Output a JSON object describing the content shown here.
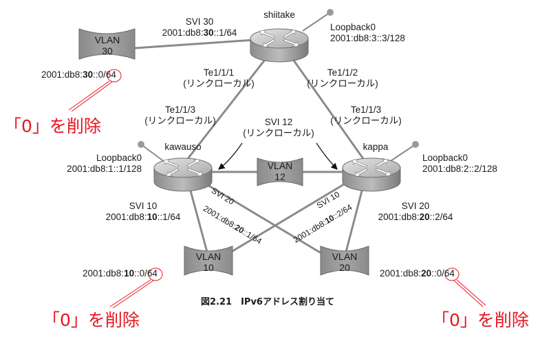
{
  "routers": {
    "shiitake": {
      "name": "shiitake",
      "loopback_label": "Loopback0",
      "loopback_addr": "2001:db8:3::3/128"
    },
    "kawauso": {
      "name": "kawauso",
      "loopback_label": "Loopback0",
      "loopback_addr": "2001:db8:1::1/128"
    },
    "kappa": {
      "name": "kappa",
      "loopback_label": "Loopback0",
      "loopback_addr": "2001:db8:2::2/128"
    }
  },
  "vlans": {
    "vlan30": {
      "line1": "VLAN",
      "line2": "30"
    },
    "vlan12": {
      "line1": "VLAN",
      "line2": "12"
    },
    "vlan10": {
      "line1": "VLAN",
      "line2": "10"
    },
    "vlan20": {
      "line1": "VLAN",
      "line2": "20"
    }
  },
  "svi30": {
    "label": "SVI 30",
    "addr_pre": "2001:db8:",
    "addr_bold": "30",
    "addr_post": "::1/64"
  },
  "svi10": {
    "label": "SVI 10",
    "addr_pre": "2001:db8:",
    "addr_bold": "10",
    "addr_post": "::1/64"
  },
  "svi20": {
    "label": "SVI 20",
    "addr_pre": "2001:db8:",
    "addr_bold": "20",
    "addr_post": "::2/64"
  },
  "svi12": {
    "label": "SVI 12",
    "sub": "(リンクローカル)"
  },
  "diag_svi20": {
    "label": "SVI 20",
    "addr_pre": "2001:db8:",
    "addr_bold": "20",
    "addr_post": "::1/64"
  },
  "diag_svi10": {
    "label": "SVI 10",
    "addr_pre": "2001:db8:",
    "addr_bold": "10",
    "addr_post": "::2/64"
  },
  "interfaces": {
    "shiitake_left": {
      "name": "Te1/1/1",
      "sub": "(リンクローカル)"
    },
    "shiitake_right": {
      "name": "Te1/1/2",
      "sub": "(リンクローカル)"
    },
    "kawauso_top": {
      "name": "Te1/1/3",
      "sub": "(リンクローカル)"
    },
    "kappa_top": {
      "name": "Te1/1/3",
      "sub": "(リンクローカル)"
    }
  },
  "prefixes": {
    "p30": {
      "pre": "2001:db8:",
      "bold": "30",
      "post": "::0/64"
    },
    "p10": {
      "pre": "2001:db8:",
      "bold": "10",
      "post": "::0/64"
    },
    "p20": {
      "pre": "2001:db8:",
      "bold": "20",
      "post": "::0/64"
    }
  },
  "annotations": {
    "remove_zero_1": "「0」を削除",
    "remove_zero_2": "「0」を削除",
    "remove_zero_3": "「0」を削除"
  },
  "caption": "図2.21　IPv6アドレス割り当て",
  "colors": {
    "link": "#8a8a8a",
    "device": "#9b9b9b",
    "highlight": "#e8141e"
  }
}
